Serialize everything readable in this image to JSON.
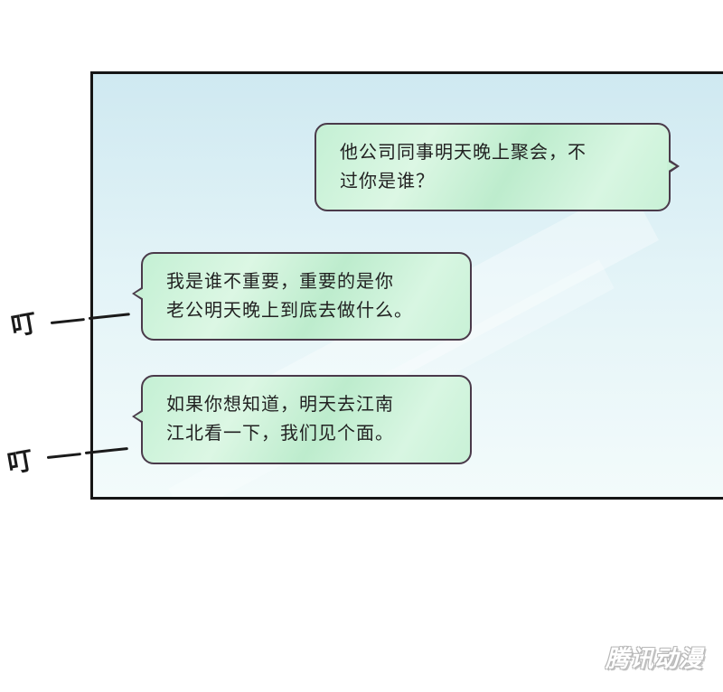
{
  "messages": [
    {
      "lines": [
        "他公司同事明天晚上聚会，不",
        "过你是谁？"
      ],
      "side": "right"
    },
    {
      "lines": [
        "我是谁不重要，重要的是你",
        "老公明天晚上到底去做什么。"
      ],
      "side": "left"
    },
    {
      "lines": [
        "如果你想知道，明天去江南",
        "江北看一下，我们见个面。"
      ],
      "side": "left"
    }
  ],
  "sound_effects": [
    "叮",
    "叮"
  ],
  "watermark": "腾讯动漫",
  "colors": {
    "bubble_green": "#c4f0d4",
    "screen_blue": "#cfe9f1",
    "frame": "#151515"
  }
}
